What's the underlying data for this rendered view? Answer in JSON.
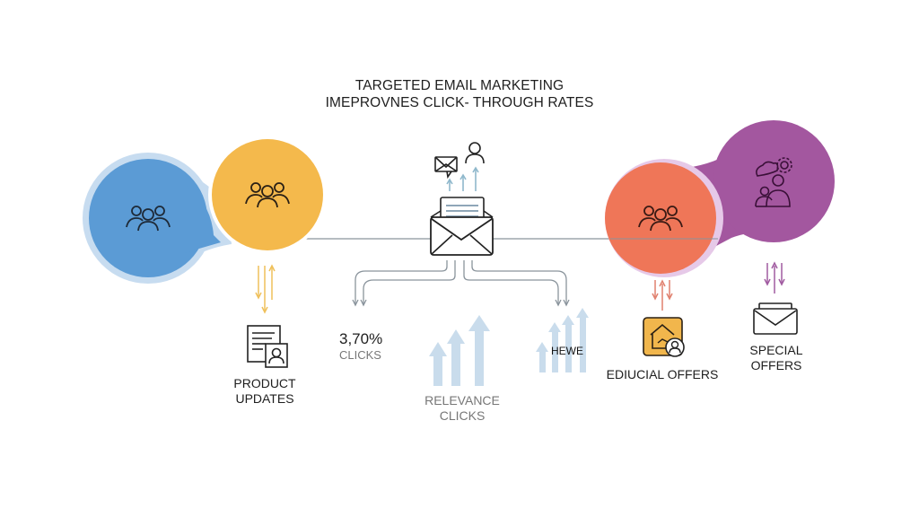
{
  "title": {
    "line1": "TARGETED EMAIL MARKETING",
    "line2": "IMEPROVNES CLICK- THROUGH RATES"
  },
  "colors": {
    "blue": "#5b9bd5",
    "blue_halo": "#c7dcf0",
    "yellow": "#f4b94c",
    "orange": "#ef7658",
    "purple": "#a3579f",
    "purple_halo": "#e6c9e8",
    "connector": "#8a949c",
    "arrow_light_blue": "#c9dcec",
    "arrow_teal": "#8fb8cc"
  },
  "nodes": [
    {
      "id": "audience-blue",
      "icon": "people-group-icon",
      "color": "#5b9bd5"
    },
    {
      "id": "audience-yellow",
      "icon": "people-group-icon",
      "color": "#f4b94c"
    },
    {
      "id": "email-hub",
      "icon": "open-envelope-icon"
    },
    {
      "id": "audience-orange",
      "icon": "people-group-icon",
      "color": "#ef7658"
    },
    {
      "id": "audience-purple",
      "icon": "people-gear-icon",
      "color": "#a3579f"
    }
  ],
  "hub_top_icons": [
    "message-envelope-icon",
    "user-icon"
  ],
  "outputs": {
    "product_updates": {
      "line1": "PRODUCT",
      "line2": "UPDATES",
      "icon": "document-user-icon"
    },
    "clicks_stat": {
      "value": "3,70%",
      "label": "CLICKS"
    },
    "relevance": {
      "line1": "RELEVANCE",
      "line2": "CLICKS",
      "icon": "growth-arrows-icon"
    },
    "hewe": {
      "label": "HEWE",
      "icon": "growth-arrows-icon"
    },
    "ediucial_offers": {
      "label": "EDIUCIAL OFFERS",
      "icon": "home-user-icon"
    },
    "special_offers": {
      "line1": "SPECIAL",
      "line2": "OFFERS",
      "icon": "envelope-icon"
    }
  }
}
